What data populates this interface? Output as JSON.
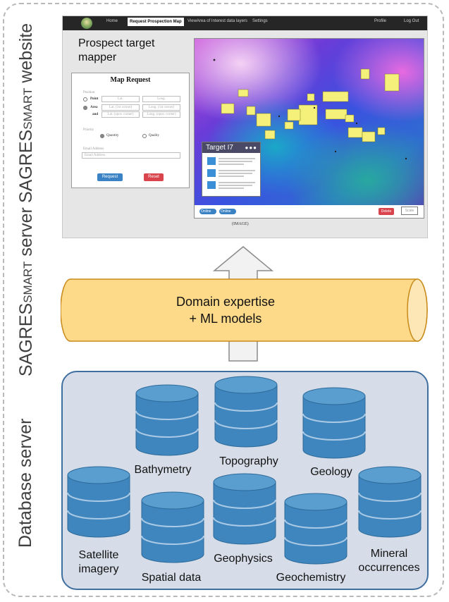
{
  "side_labels": {
    "website": {
      "main": "SAGRES",
      "sub": "SMART",
      "rest": " website"
    },
    "server": {
      "main": "SAGRES",
      "sub": "SMART",
      "rest": " server"
    },
    "database": "Database server"
  },
  "website": {
    "nav": {
      "home": "Home",
      "request_map": "Request Prospection Map",
      "view_area": "ViewArea of Interest data layers",
      "settings": "Settings",
      "profile": "Profile",
      "logout": "Log Out"
    },
    "app_title": "Prospect target\nmapper",
    "form": {
      "title": "Map Request",
      "position_label": "Position",
      "point_label": "Point",
      "area_label": "Area",
      "and_label": "and",
      "lat_placeholder": "Lat.",
      "long_placeholder": "Long.",
      "lat_corner1": "Lat. (1st corner)",
      "long_corner1": "Long. (1st corner)",
      "lat_corner2": "Lat. (opos. corner)",
      "long_corner2": "Long. (opos. corner)",
      "priority_label": "Priority",
      "quantity_label": "Quantity",
      "quality_label": "Quality",
      "email_label": "Email Address",
      "email_placeholder": "Email Address",
      "request_button": "Request",
      "reset_button": "Reset"
    },
    "map": {
      "target_title": "Target I7",
      "toggle1": "Online",
      "toggle2": "Online",
      "delete_button": "Delete",
      "scale_button": "Scale",
      "caption": "(IMAGE)"
    }
  },
  "server": {
    "label": "Domain expertise\n+ ML models"
  },
  "databases": [
    {
      "label": "Bathymetry"
    },
    {
      "label": "Topography"
    },
    {
      "label": "Geology"
    },
    {
      "label": "Satellite\nimagery"
    },
    {
      "label": "Spatial data"
    },
    {
      "label": "Geophysics"
    },
    {
      "label": "Geochemistry"
    },
    {
      "label": "Mineral\noccurrences"
    }
  ],
  "colors": {
    "cylinder_fill": "#fdd98a",
    "cylinder_stroke": "#c98a1a",
    "db_fill": "#3f86bf",
    "db_dark": "#2d6a9a",
    "panel_fill": "#d6dde8",
    "panel_stroke": "#3f6f9f",
    "request_button": "#3b82c4",
    "reset_button": "#d9434b",
    "delete_button": "#d9434b"
  }
}
